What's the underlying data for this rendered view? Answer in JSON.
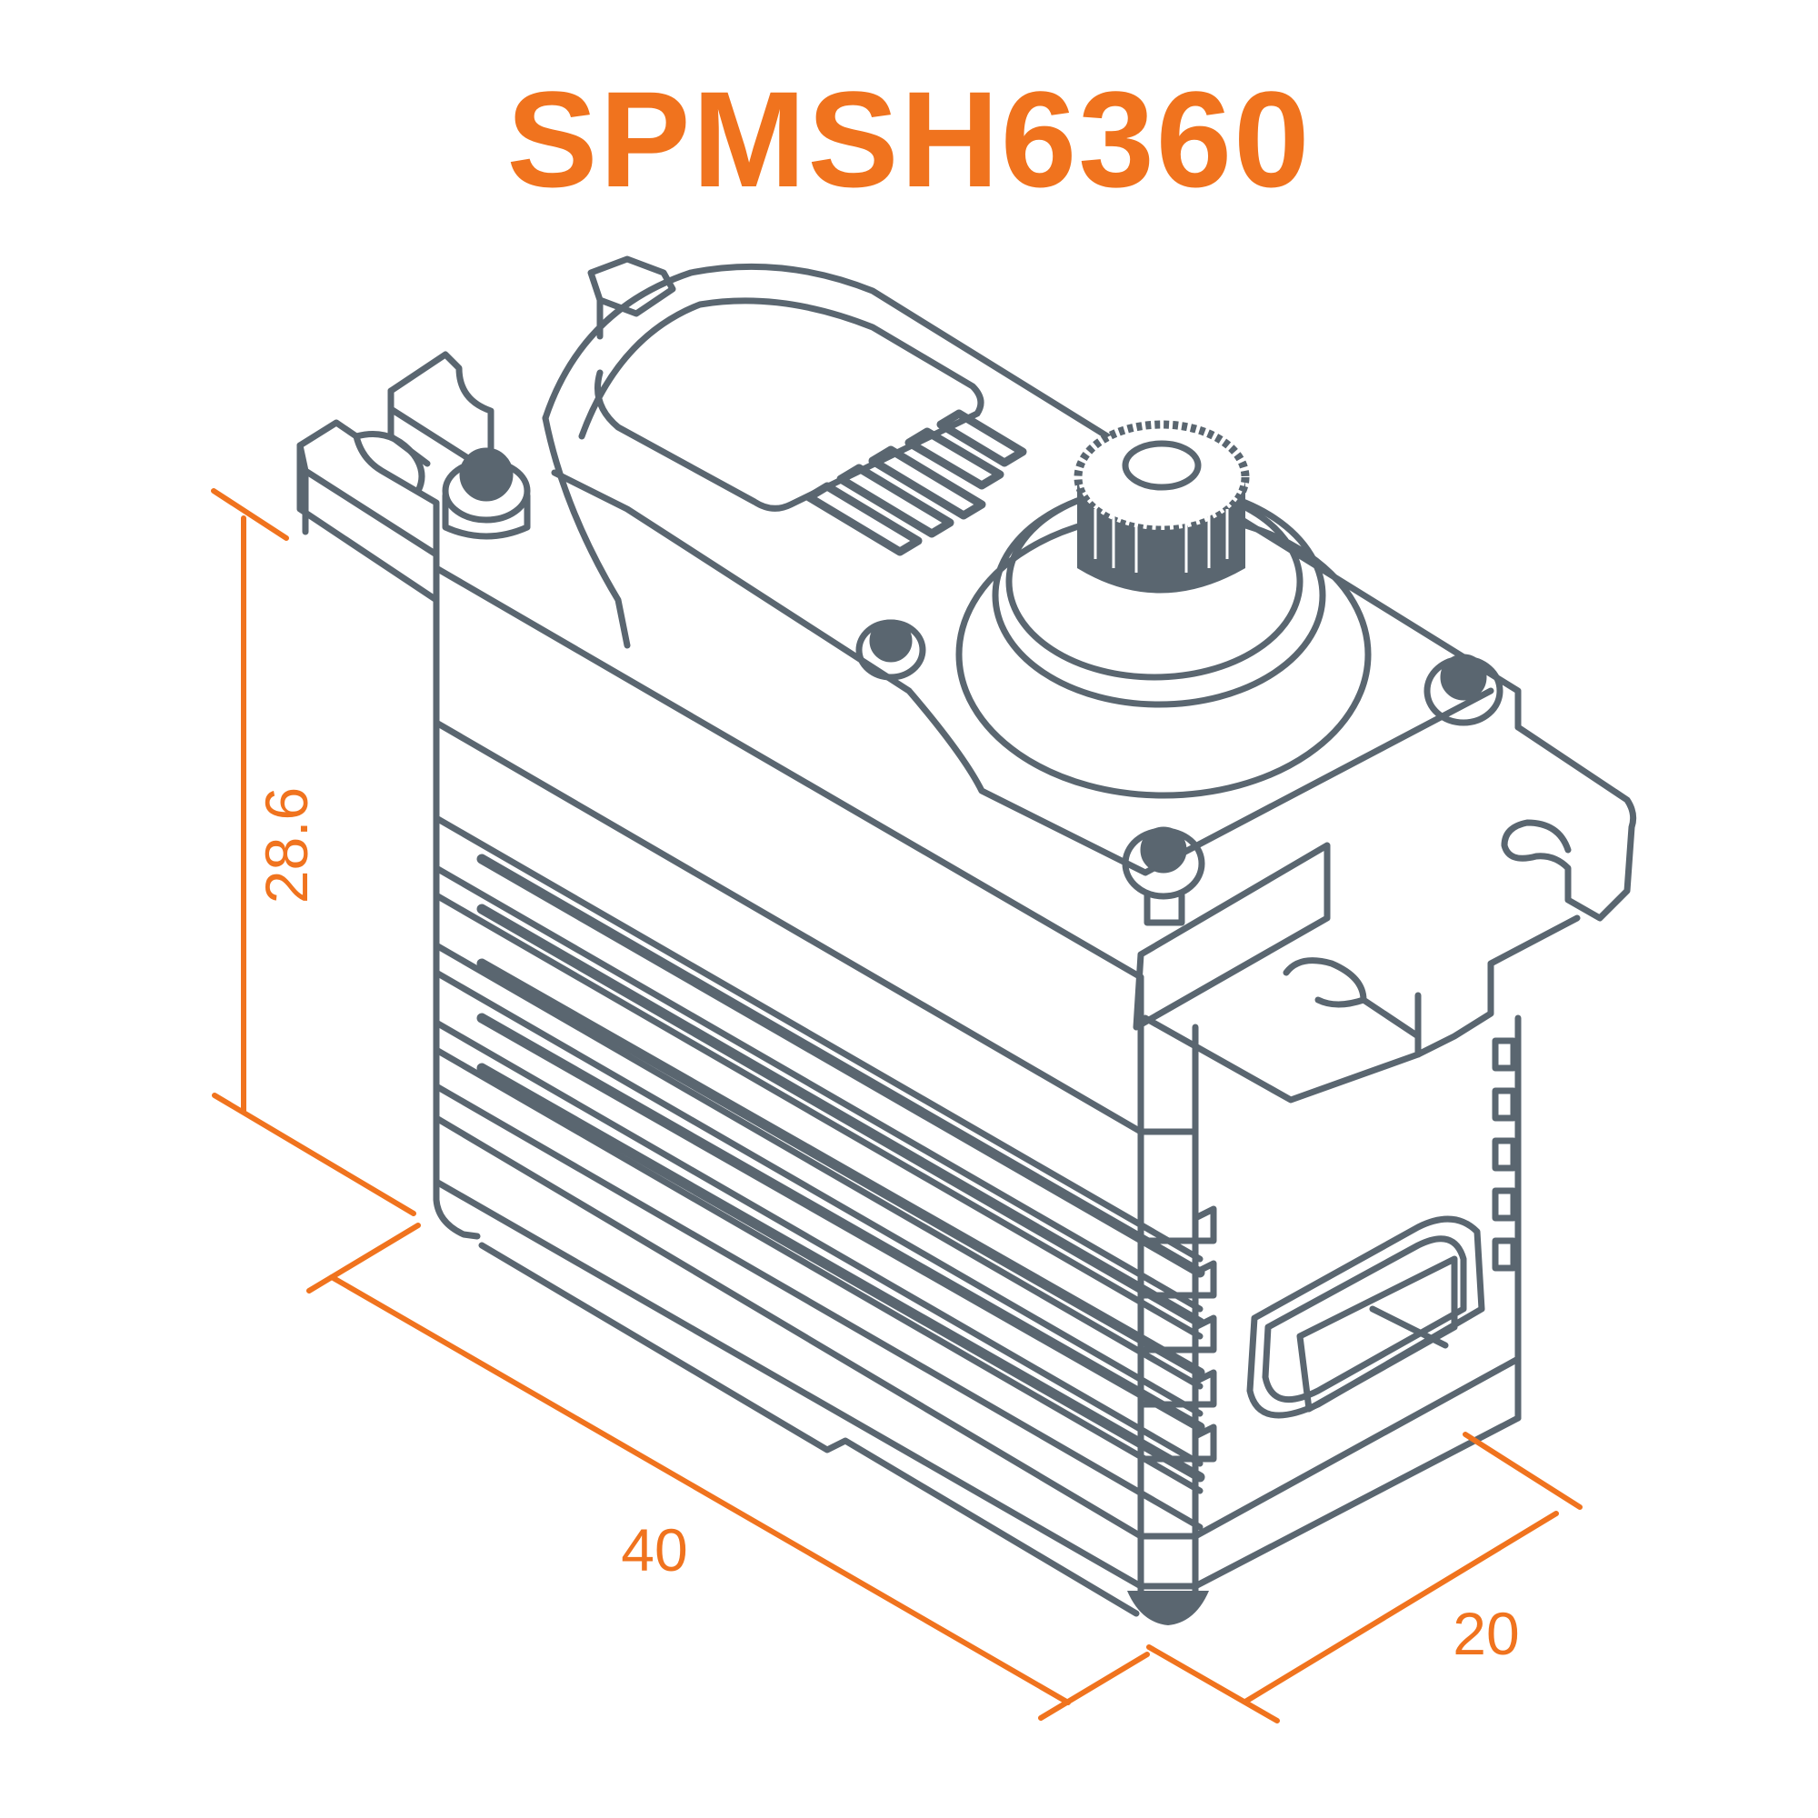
{
  "title": "SPMSH6360",
  "colors": {
    "accent": "#F0731E",
    "line": "#5A6670",
    "background": "#FFFFFF"
  },
  "subject": "servo-isometric-drawing",
  "dimensions": {
    "height": {
      "label": "28.6",
      "orientation": "vertical",
      "rotated": true
    },
    "length": {
      "label": "40",
      "orientation": "diagonal-left"
    },
    "width": {
      "label": "20",
      "orientation": "diagonal-right"
    }
  },
  "features": {
    "heat_sink_fins": 5,
    "top_vent_slots": 5,
    "case_screws": 4,
    "mounting_tabs": 2,
    "output_spline": "splined-shaft",
    "wire_exit": "grommet"
  }
}
